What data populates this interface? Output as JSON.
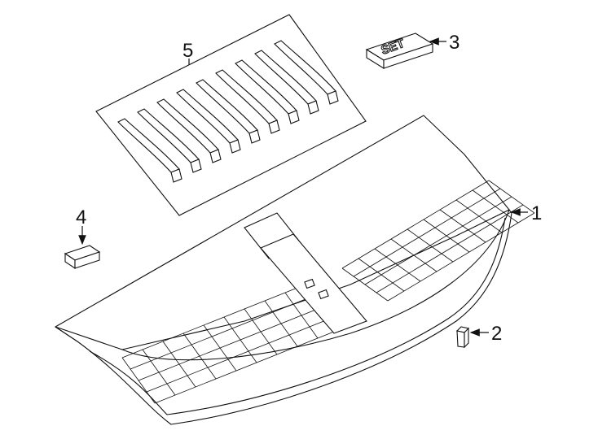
{
  "callouts": [
    {
      "id": "1",
      "part": "grille"
    },
    {
      "id": "2",
      "part": "clip"
    },
    {
      "id": "3",
      "part": "emblem-set"
    },
    {
      "id": "4",
      "part": "pad"
    },
    {
      "id": "5",
      "part": "molding-kit"
    }
  ],
  "emblem_text": "SET",
  "colors": {
    "line": "#111111",
    "fill": "#ffffff"
  }
}
